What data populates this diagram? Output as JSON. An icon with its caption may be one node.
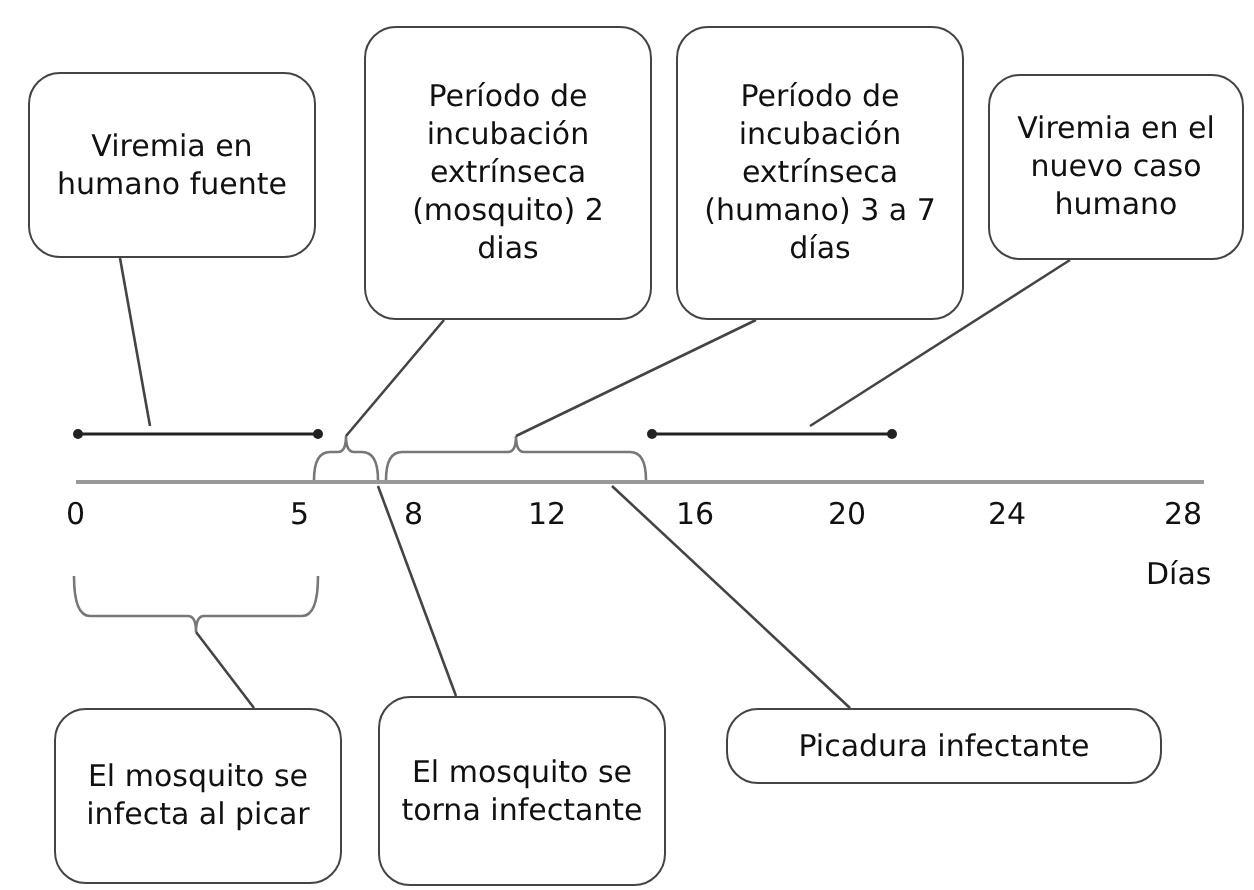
{
  "diagram": {
    "nodes": [
      {
        "text": [
          "Viremia en humano fuente"
        ]
      },
      {
        "text": [
          "Período de incubación extrínseca (mosquito) 2 dias"
        ]
      },
      {
        "text": [
          "Período de incubación extrínseca (humano) 3 a 7 días"
        ]
      },
      {
        "text": [
          "Viremia en el nuevo caso humano"
        ]
      },
      {
        "text": [],
        "shape": "bar"
      },
      {
        "text": [],
        "shape": "brace"
      },
      {
        "text": [],
        "shape": "brace"
      },
      {
        "text": [],
        "shape": "bar"
      },
      {
        "text": [],
        "shape": "brace"
      },
      {
        "text": [
          "El mosquito se infecta al picar"
        ]
      },
      {
        "text": [
          "El mosquito se torna infectante"
        ]
      },
      {
        "text": [
          "Picadura infectante"
        ]
      }
    ],
    "edges": [
      {
        "from": 0,
        "to": 4,
        "arrow": "none"
      },
      {
        "from": 1,
        "to": 5,
        "arrow": "none"
      },
      {
        "from": 2,
        "to": 6,
        "arrow": "none"
      },
      {
        "from": 3,
        "to": 7,
        "arrow": "none"
      },
      {
        "from": 9,
        "to": 8,
        "arrow": "none"
      },
      {
        "from": 10,
        "to": 5,
        "arrow": "none"
      },
      {
        "from": 11,
        "to": 6,
        "arrow": "none"
      }
    ],
    "labels": [
      "0",
      "5",
      "8",
      "12",
      "16",
      "20",
      "24",
      "28",
      "Días"
    ]
  }
}
